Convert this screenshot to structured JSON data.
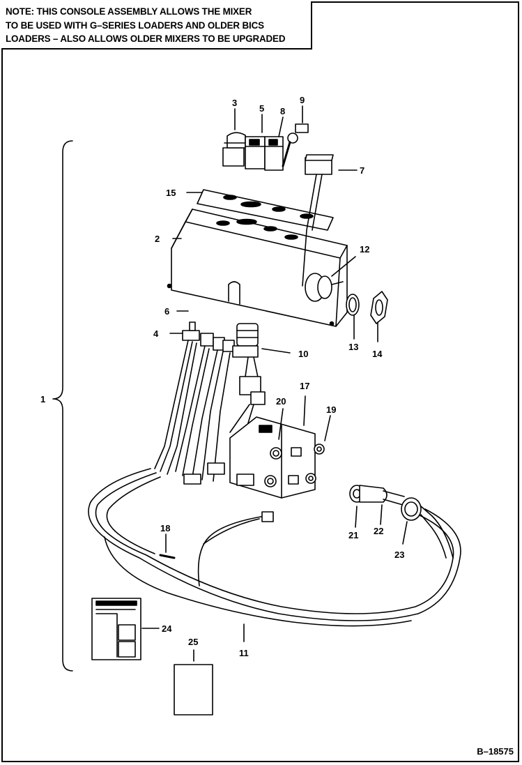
{
  "note": {
    "lines": [
      "NOTE: THIS CONSOLE ASSEMBLY ALLOWS THE MIXER",
      "TO BE USED WITH G–SERIES LOADERS AND OLDER BICS",
      "LOADERS – ALSO ALLOWS OLDER MIXERS TO BE UPGRADED"
    ]
  },
  "callouts": [
    "1",
    "2",
    "3",
    "4",
    "5",
    "6",
    "7",
    "8",
    "9",
    "10",
    "11",
    "12",
    "13",
    "14",
    "15",
    "17",
    "18",
    "19",
    "20",
    "21",
    "22",
    "23",
    "24",
    "25"
  ],
  "drawing_id": "B–18575"
}
